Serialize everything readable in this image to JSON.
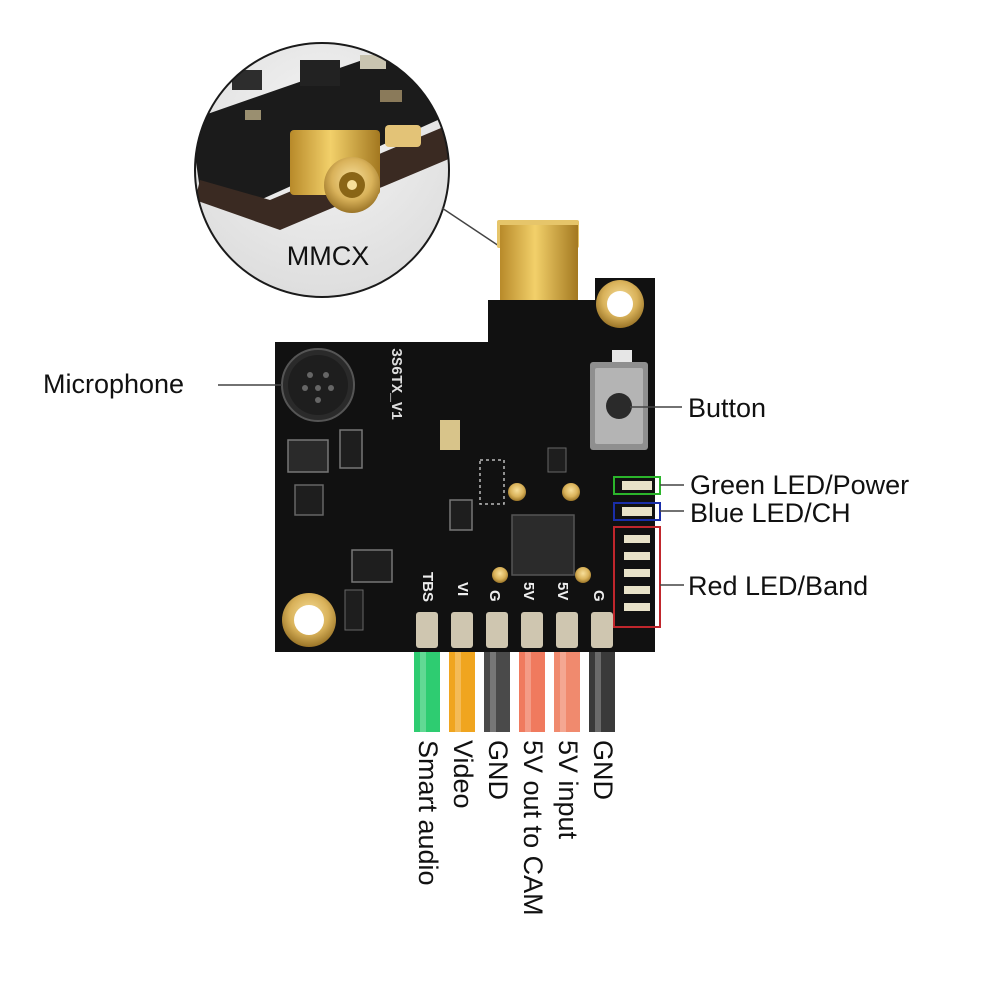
{
  "inset": {
    "label": "MMCX"
  },
  "board": {
    "silkscreen_title": "3S6TX_V1",
    "pins": [
      "TBS",
      "VI",
      "G",
      "5V",
      "5V",
      "G"
    ]
  },
  "callouts": {
    "microphone": "Microphone",
    "button": "Button",
    "green_led": "Green LED/Power",
    "blue_led": "Blue LED/CH",
    "red_led": "Red LED/Band"
  },
  "wires": [
    {
      "label": "Smart audio",
      "color": "#2ecc71"
    },
    {
      "label": "Video",
      "color": "#f0a51f"
    },
    {
      "label": "GND",
      "color": "#4a4a4a"
    },
    {
      "label": "5V out to CAM",
      "color": "#f07a5e"
    },
    {
      "label": "5V input",
      "color": "#f08a6e"
    },
    {
      "label": "GND",
      "color": "#3a3a3a"
    }
  ],
  "colors": {
    "board": "#111111",
    "pad_gold": "#d9b25a",
    "led_green_box": "#2bb52b",
    "led_blue_box": "#1a2ea8",
    "led_red_box": "#c0262c"
  }
}
